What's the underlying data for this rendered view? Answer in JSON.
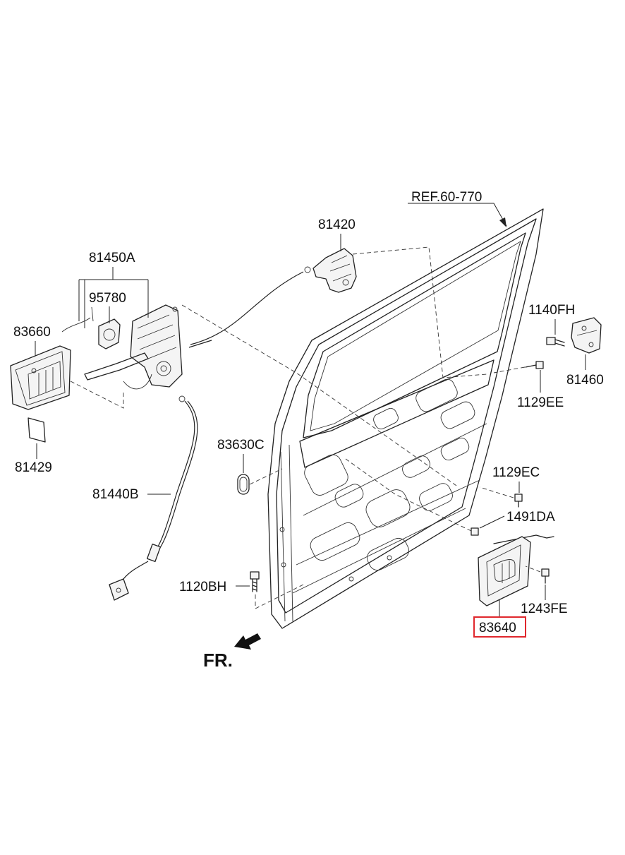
{
  "labels": {
    "ref": "REF.60-770",
    "p81420": "81420",
    "p81450a": "81450A",
    "p95780": "95780",
    "p83660": "83660",
    "p81429": "81429",
    "p83630c": "83630C",
    "p81440b": "81440B",
    "p1120bh": "1120BH",
    "p1140fh": "1140FH",
    "p81460": "81460",
    "p1129ee": "1129EE",
    "p1129ec": "1129EC",
    "p1491da": "1491DA",
    "p1243fe": "1243FE",
    "p83640": "83640",
    "fr": "FR."
  },
  "highlight": {
    "part": "83640",
    "color": "#e0272d"
  }
}
